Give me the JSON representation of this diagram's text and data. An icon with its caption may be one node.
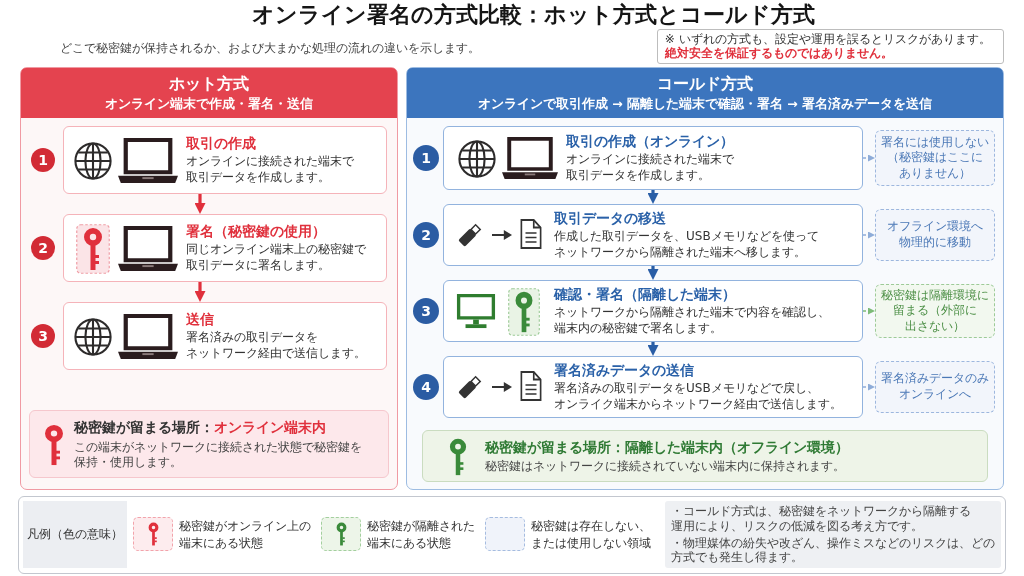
{
  "diagram": {
    "title": "オンライン署名の方式比較：ホット方式とコールド方式",
    "nodes": [
      {
        "text": [
          "ホット方式",
          "オンライン端末で作成・署名・送信"
        ]
      },
      {
        "text": [
          "取引の作成",
          "オンラインに接続された端末で取引データを作成します。"
        ],
        "in": 0,
        "beside": [
          "1"
        ]
      },
      {
        "text": [
          "署名（秘密鍵の使用）",
          "同じオンライン端末上の秘密鍵で取引データに署名します。"
        ],
        "in": 0,
        "beside": [
          "2"
        ]
      },
      {
        "text": [
          "送信",
          "署名済みの取引データをネットワーク経由で送信します。"
        ],
        "in": 0,
        "beside": [
          "3"
        ]
      },
      {
        "text": [
          "秘密鍵が留まる場所：",
          "オンライン端末内",
          "この端末がネットワークに接続された状態で秘密鍵を保持・使用します。"
        ],
        "in": 0
      },
      {
        "text": [
          "コールド方式",
          "オンラインで取引作成 → 隔離した端末で確認・署名 → 署名済みデータを送信"
        ]
      },
      {
        "text": [
          "取引の作成（オンライン）",
          "オンラインに接続された端末で取引データを作成します。"
        ],
        "in": 5,
        "beside": [
          "1"
        ]
      },
      {
        "text": [
          "署名には使用しない（秘密鍵はここにありません）"
        ],
        "in": 5
      },
      {
        "text": [
          "取引データの移送",
          "作成した取引データを、USBメモリなどを使ってネットワークから隔離された端末へ移します。"
        ],
        "in": 5,
        "beside": [
          "2"
        ]
      },
      {
        "text": [
          "オフライン環境へ物理的に移動"
        ],
        "in": 5
      },
      {
        "text": [
          "確認・署名（隔離した端末）",
          "ネットワークから隔離された端末で内容を確認し、端末内の秘密鍵で署名します。"
        ],
        "in": 5,
        "beside": [
          "3"
        ]
      },
      {
        "text": [
          "秘密鍵は隔離環境に留まる（外部に出さない）"
        ],
        "in": 5
      },
      {
        "text": [
          "署名済みデータの送信",
          "署名済みの取引データをUSBメモリなどで戻し、オンライク端末からネットワーク経由で送信します。"
        ],
        "in": 5,
        "beside": [
          "4"
        ]
      },
      {
        "text": [
          "署名済みデータのみオンラインへ"
        ],
        "in": 5
      },
      {
        "text": [
          "秘密鍵が留まる場所：隔離した端末内（オフライン環境）",
          "秘密鍵はネットワークに接続されていない端末内に保持されます。"
        ],
        "in": 5
      }
    ],
    "edges": [
      {
        "from": 1,
        "to": 2,
        "arrow": "to",
        "color": "#e0303c"
      },
      {
        "from": 2,
        "to": 3,
        "arrow": "to",
        "color": "#e0303c"
      },
      {
        "from": 6,
        "to": 7,
        "arrow": "to",
        "style": "dashed",
        "color": "#8eacd8"
      },
      {
        "from": 6,
        "to": 8,
        "arrow": "to",
        "color": "#2a5ea6"
      },
      {
        "from": 8,
        "to": 9,
        "arrow": "to",
        "style": "dashed",
        "color": "#8eacd8"
      },
      {
        "from": 8,
        "to": 10,
        "arrow": "to",
        "color": "#2a5ea6"
      },
      {
        "from": 10,
        "to": 11,
        "arrow": "to",
        "style": "dashed",
        "color": "#7dbb78"
      },
      {
        "from": 10,
        "to": 12,
        "arrow": "to",
        "color": "#2a5ea6"
      },
      {
        "from": 12,
        "to": 13,
        "arrow": "to",
        "style": "dashed",
        "color": "#8eacd8"
      }
    ],
    "labels": [
      "どこで秘密鍵が保持されるか、および大まかな処理の流れの違いを示します。",
      "※ いずれの方式も、設定や運用を誤るとリスクがあります。**絶対安全を保証するものではありません。**",
      "凡例（色の意味）",
      "・コールド方式は、秘密鍵をネットワークから隔離する運用により、リスクの低減を図る考え方です。",
      "・物理媒体の紛失や改ざん、操作ミスなどのリスクは、どの方式でも発生し得ます。"
    ],
    "legend": [
      {
        "text": "秘密鍵がオンライン上の端末にある状態",
        "color": "#fdecee"
      },
      {
        "text": "秘密鍵が隔離された端末にある状態",
        "color": "#edf5e9"
      },
      {
        "text": "秘密鍵は存在しない、または使用しない領域",
        "color": "#f0f3fa"
      }
    ]
  }
}
